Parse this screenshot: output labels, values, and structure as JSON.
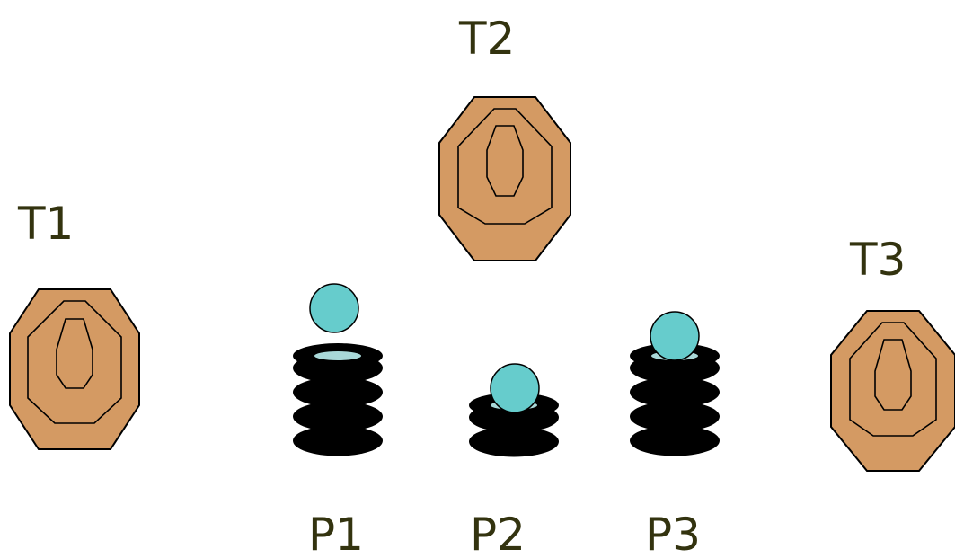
{
  "targets": [
    {
      "label": "T1"
    },
    {
      "label": "T2"
    },
    {
      "label": "T3"
    }
  ],
  "positions": [
    {
      "label": "P1",
      "tires": 4
    },
    {
      "label": "P2",
      "tires": 2
    },
    {
      "label": "P3",
      "tires": 4
    }
  ],
  "colors": {
    "target_fill": "#d49a63",
    "outline": "#000000",
    "tire": "#000000",
    "tire_hole": "#a9d8d8",
    "ball": "#66cccc",
    "label": "#33330f"
  },
  "icons": {
    "target": "octagon-steel-target-icon",
    "tire_stack": "tire-stack-icon",
    "ball": "ball-icon"
  }
}
